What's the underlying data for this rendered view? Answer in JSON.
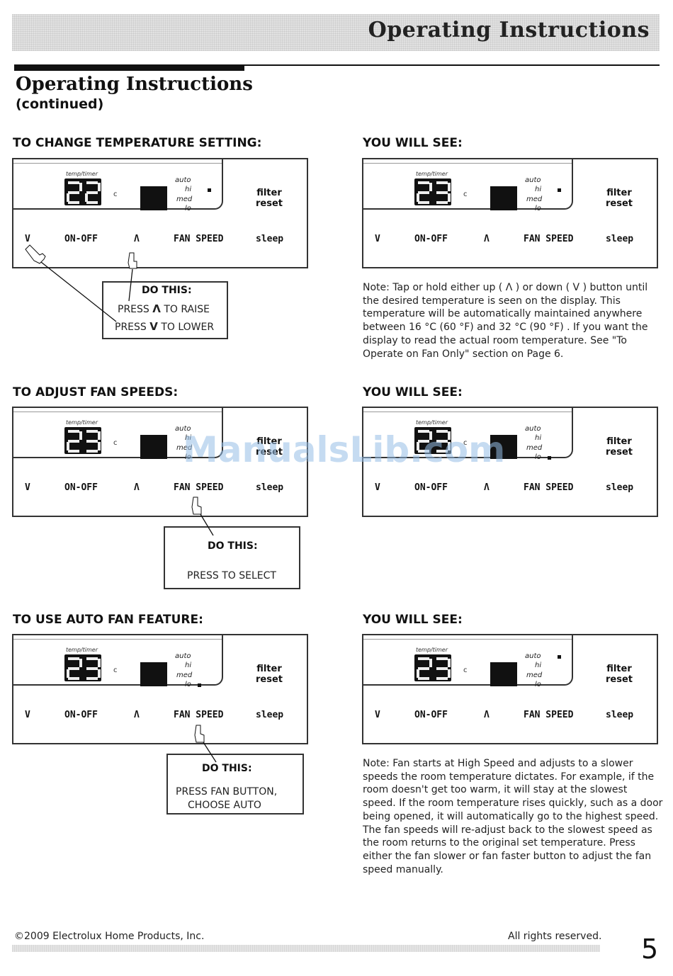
{
  "header": {
    "banner_title": "Operating Instructions"
  },
  "section": {
    "title": "Operating Instructions",
    "subtitle": "(continued)"
  },
  "panel_labels": {
    "temp_timer": "temp/timer",
    "celsius": "c",
    "auto": "auto",
    "hi": "hi",
    "med": "med",
    "lo": "lo",
    "filter": "filter",
    "reset": "reset",
    "down": "V",
    "on_off": "ON-OFF",
    "up": "Λ",
    "fan_speed": "FAN SPEED",
    "sleep": "sleep"
  },
  "row1": {
    "left_heading": "TO CHANGE TEMPERATURE SETTING:",
    "right_heading": "YOU WILL SEE:",
    "left_display": "22",
    "right_display": "23",
    "do_this": {
      "title": "DO THIS:",
      "line1_prefix": "PRESS",
      "line1_icon": "Λ",
      "line1_suffix": "TO RAISE",
      "line2_prefix": "PRESS",
      "line2_icon": "V",
      "line2_suffix": "TO LOWER"
    },
    "note": "Note: Tap or hold either up ( Λ ) or down ( V ) button until the desired temperature is seen on the display. This temperature will be automatically maintained anywhere between 16 °C (60 °F) and 32 °C (90 °F) . If you want the display to read the actual room temperature. See \"To Operate on Fan Only\" section on Page 6."
  },
  "row2": {
    "left_heading": "TO ADJUST FAN SPEEDS:",
    "right_heading": "YOU WILL SEE:",
    "left_display": "23",
    "right_display": "23",
    "do_this": {
      "title": "DO THIS:",
      "text": "PRESS TO SELECT"
    }
  },
  "row3": {
    "left_heading": "TO USE AUTO FAN FEATURE:",
    "right_heading": "YOU WILL SEE:",
    "left_display": "23",
    "right_display": "23",
    "do_this": {
      "title": "DO THIS:",
      "line1": "PRESS FAN BUTTON,",
      "line2": "CHOOSE AUTO"
    },
    "note": "Note: Fan starts at High Speed and adjusts to a slower speeds the room temperature dictates. For example, if the room doesn't get too warm, it will stay at the slowest speed. If the room temperature rises quickly, such as a door being opened, it will automatically go to the highest speed. The fan speeds will re-adjust back to the slowest speed as the room returns to the original set temperature. Press either the fan slower or fan faster button to adjust the fan speed manually."
  },
  "watermark": "ManualsLib.com",
  "footer": {
    "copyright": "©2009 Electrolux Home Products, Inc.",
    "rights": "All rights reserved.",
    "page_number": "5"
  }
}
